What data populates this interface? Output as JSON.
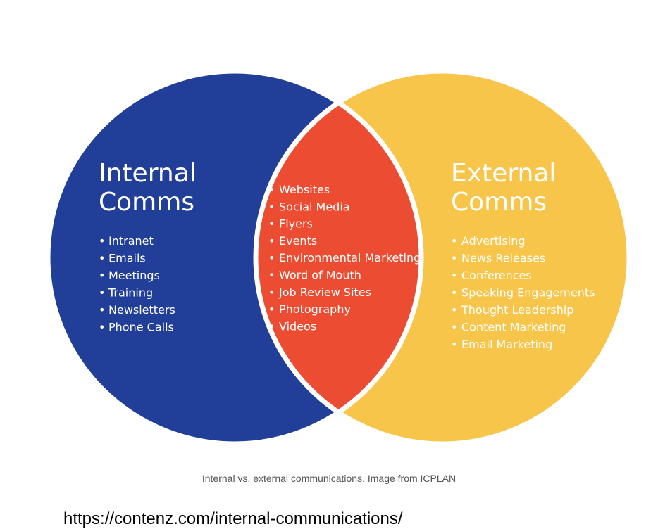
{
  "colors": {
    "internal": "#213f99",
    "external": "#f7c54a",
    "overlap": "#ec4d32",
    "divider": "#ffffff",
    "internal_text": "#ffffff",
    "overlap_text": "#ffffff",
    "external_text": "#ffffff",
    "caption": "#555555"
  },
  "internal": {
    "title_line1": "Internal",
    "title_line2": "Comms",
    "items": [
      "Intranet",
      "Emails",
      "Meetings",
      "Training",
      "Newsletters",
      "Phone Calls"
    ]
  },
  "overlap": {
    "items": [
      "Websites",
      "Social Media",
      "Flyers",
      "Events",
      "Environmental Marketing",
      "Word of Mouth",
      "Job Review Sites",
      "Photography",
      "Videos"
    ]
  },
  "external": {
    "title_line1": "External",
    "title_line2": "Comms",
    "items": [
      "Advertising",
      "News Releases",
      "Conferences",
      "Speaking Engagements",
      "Thought Leadership",
      "Content Marketing",
      "Email Marketing"
    ]
  },
  "caption": "Internal vs. external communications. Image from ICPLAN",
  "url_fragment": "https://contenz.com/internal-communications/"
}
